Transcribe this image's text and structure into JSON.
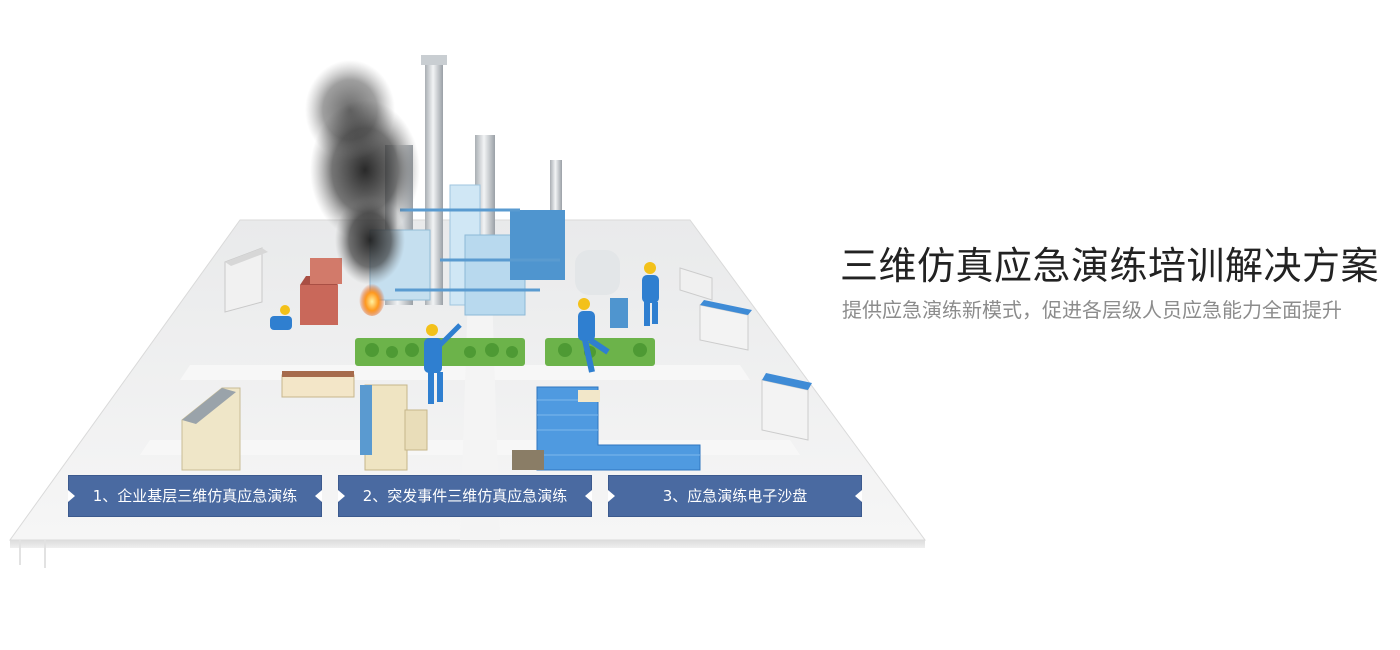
{
  "headline": {
    "title": "三维仿真应急演练培训解决方案",
    "subtitle": "提供应急演练新模式，促进各层级人员应急能力全面提升"
  },
  "tabs": [
    {
      "label": "1、企业基层三维仿真应急演练"
    },
    {
      "label": "2、突发事件三维仿真应急演练"
    },
    {
      "label": "3、应急演练电子沙盘"
    }
  ],
  "colors": {
    "tab_bg": "#4a6aa1",
    "title_text": "#222222",
    "subtitle_text": "#8c8c8c"
  },
  "icons": [
    "chevron-right-icon",
    "chevron-left-icon"
  ]
}
